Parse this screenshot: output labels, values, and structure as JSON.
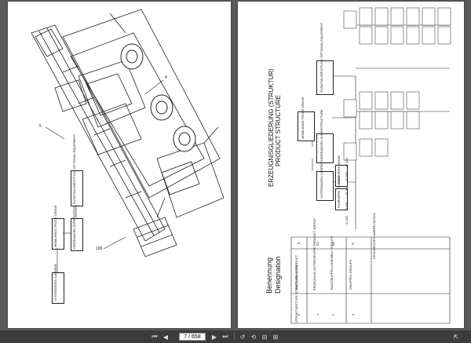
{
  "left_page": {
    "callouts": [
      "4",
      "5",
      "100"
    ],
    "boxes": [
      {
        "text": "UNTERWAGEN\nCARRIER"
      },
      {
        "text": "MOBILKRAN\nTRUCK CRANE"
      },
      {
        "text": "OBERWAGEN\nSUPERSTRUCTURE"
      },
      {
        "text": "ZUSATZAUSRÜSTUNG\nOPTIONAL EQUIPMENT"
      }
    ]
  },
  "right_page": {
    "title_de": "ERZEUGNISGLIEDERUNG (STRUKTUR)",
    "title_en": "PRODUCT STRUCTURE",
    "benennung": "Benennung",
    "designation": "Designation",
    "levels": [
      {
        "num": "0",
        "name": "ERZEUGNIS\nPRODUCT",
        "code": "E"
      },
      {
        "num": "1",
        "name": "ERZEUGNIS-UNTERGRUPPE\nPRODUCT GROUP",
        "code": "EU"
      },
      {
        "num": "2",
        "name": "BAUGRUPPEN\nASSEMBLY GROUPS",
        "code": "BE"
      },
      {
        "num": "3",
        "name": "GRUPPEN\nGROUPS",
        "code": "G"
      }
    ],
    "level_label": "STRUKTURSTUFE\nSTRUCTURE LEVEL",
    "kenn_label": "KENNZEICHEN\nABBREVIATION",
    "tree_root": "MOBILKRAN\nTRUCK CRANE",
    "tree_items": [
      "OBERWAGEN\nSUPERSTRUCTURE",
      "UNTERWAGEN\nCARRIER",
      "ZUSATZAUSRÜSTUNG\nOPTIONAL EQUIPMENT",
      "TRAGWERK\nBOOM",
      "FAHRWERK\nCHASSIS"
    ],
    "group_codes": [
      "G 010",
      "G 041",
      "G 100",
      "G 200",
      "G 450"
    ]
  },
  "toolbar": {
    "page_value": "7 / 658",
    "page_total": "",
    "buttons": [
      "⏮",
      "◀",
      "▶",
      "⏭",
      "↺",
      "⟲",
      "⊟",
      "⊞",
      "⇱"
    ]
  },
  "colors": {
    "background": "#5a5a5a",
    "toolbar": "#3b3b3b"
  }
}
